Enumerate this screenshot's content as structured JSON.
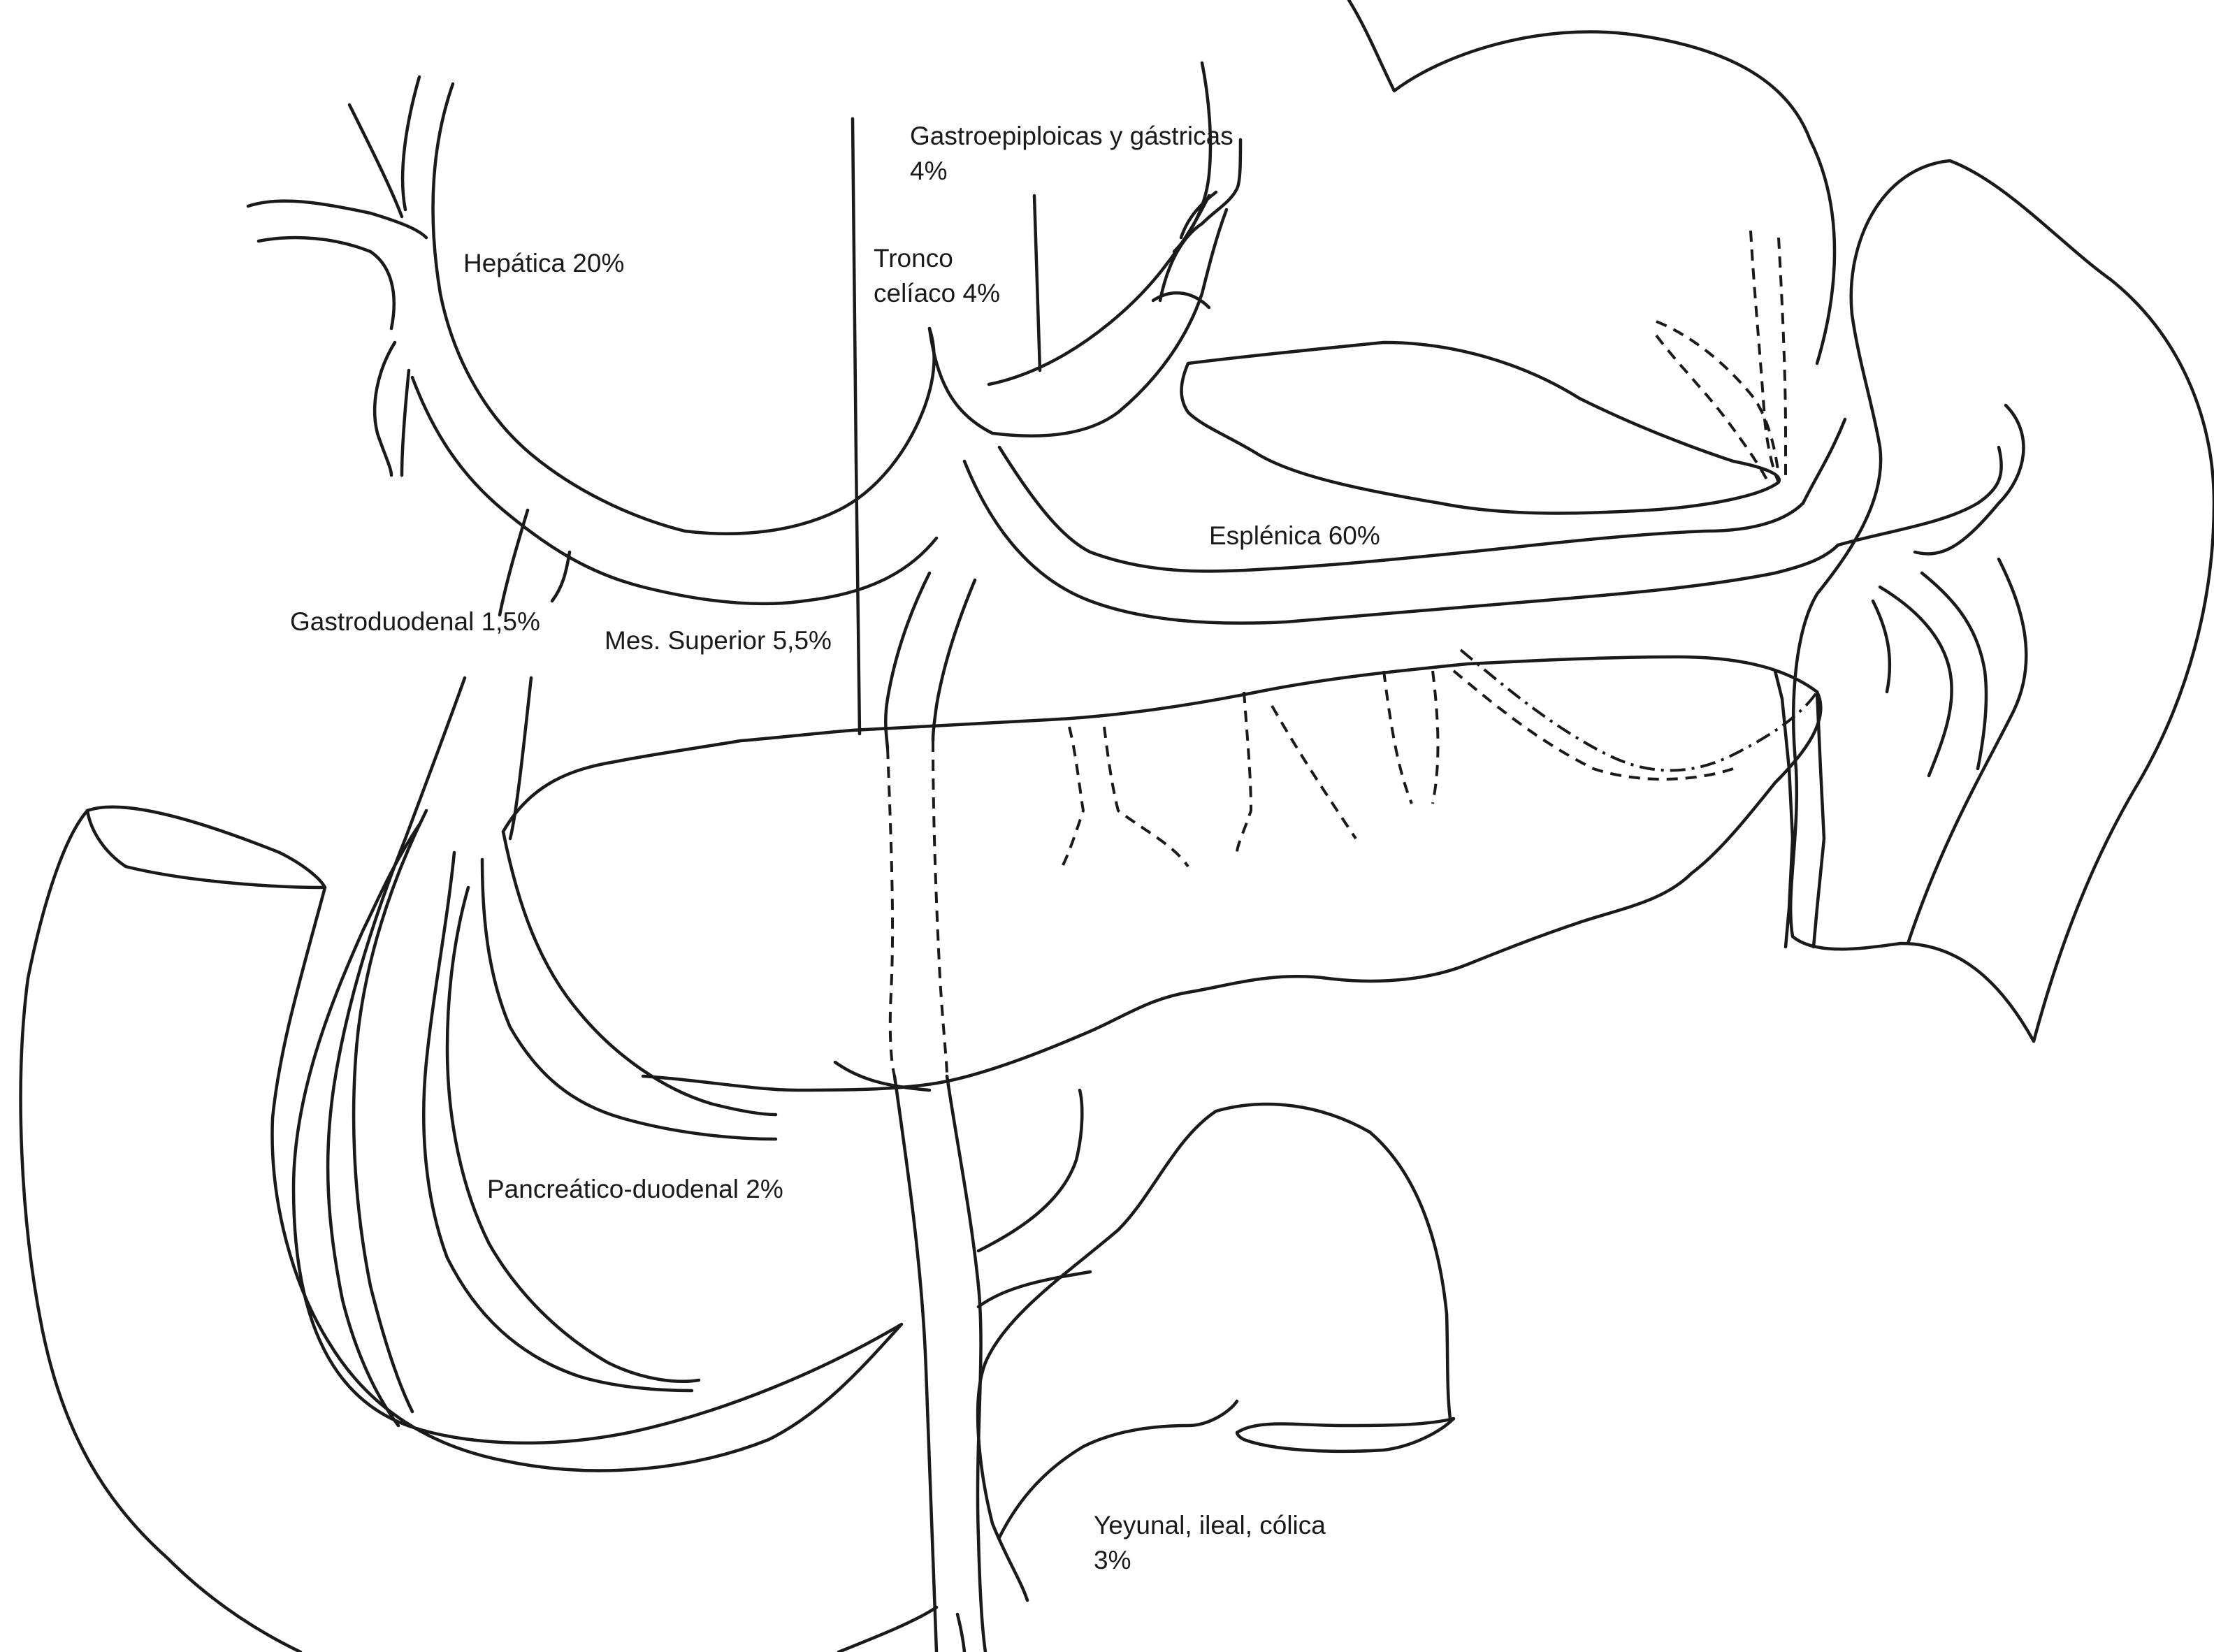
{
  "labels": {
    "gastroepiploicas": {
      "line1": "Gastroepiploicas y gástricas",
      "line2": "4%"
    },
    "hepatica": {
      "line1": "Hepática 20%"
    },
    "tronco": {
      "line1": "Tronco",
      "line2": "celíaco 4%"
    },
    "esplenica": {
      "line1": "Esplénica 60%"
    },
    "gastroduodenal": {
      "line1": "Gastroduodenal 1,5%"
    },
    "mesenterica": {
      "line1": "Mes. Superior 5,5%"
    },
    "pancreatico": {
      "line1": "Pancreático-duodenal 2%"
    },
    "yeyunal": {
      "line1": "Yeyunal, ileal, cólica",
      "line2": "3%"
    }
  },
  "colors": {
    "ink": "#1a1a1a",
    "background": "#ffffff"
  }
}
